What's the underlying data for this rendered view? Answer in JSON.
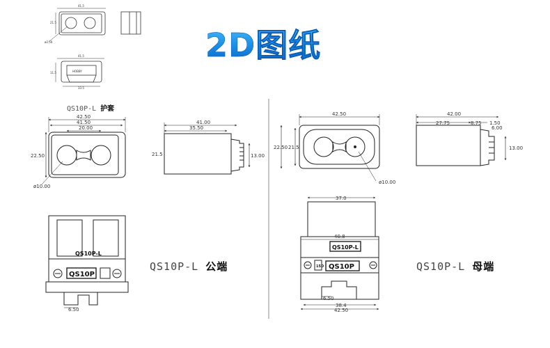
{
  "title": "2D图纸",
  "divider": true,
  "thumbnail": {
    "top_dim": "41.5",
    "side_dim": "21.5",
    "hole_dim": "ø2.50",
    "bottom_top_dim": "41.5",
    "bottom_side_dim": "11.5",
    "bottom_width_dim": "33.5",
    "bottom_label": "HOBBY"
  },
  "cover": {
    "caption_code": "QS10P-L",
    "caption_cn": "护套",
    "front_dims": {
      "w1": "42.50",
      "w2": "41.50",
      "w3": "20.00",
      "h": "22.50",
      "hole": "ø10.00"
    },
    "side_dims": {
      "w1": "41.00",
      "w2": "35.50",
      "h": "21.5",
      "tail": "13.00"
    }
  },
  "female": {
    "front_dims": {
      "w": "42.50",
      "h1": "22.50",
      "h2": "21.5",
      "hole": "ø10.00"
    },
    "side_dims": {
      "w1": "42.00",
      "d1": "27.75",
      "d2": "8.75",
      "d3": "1.50",
      "d4": "6.00",
      "tail": "13.00"
    },
    "bottom_dims": {
      "top": "37.0",
      "mid": "40.8",
      "pin": "6.50",
      "w1": "38.4",
      "w2": "42.50"
    },
    "label_top": "QS10P-L",
    "label_bottom": "QS10P",
    "side_badge": "15D",
    "caption_code": "QS10P-L",
    "caption_cn": "母端"
  },
  "male": {
    "label_top": "QS10P-L",
    "label_bottom": "QS10P",
    "pin_dim": "6.50",
    "caption_code": "QS10P-L",
    "caption_cn": "公端"
  }
}
